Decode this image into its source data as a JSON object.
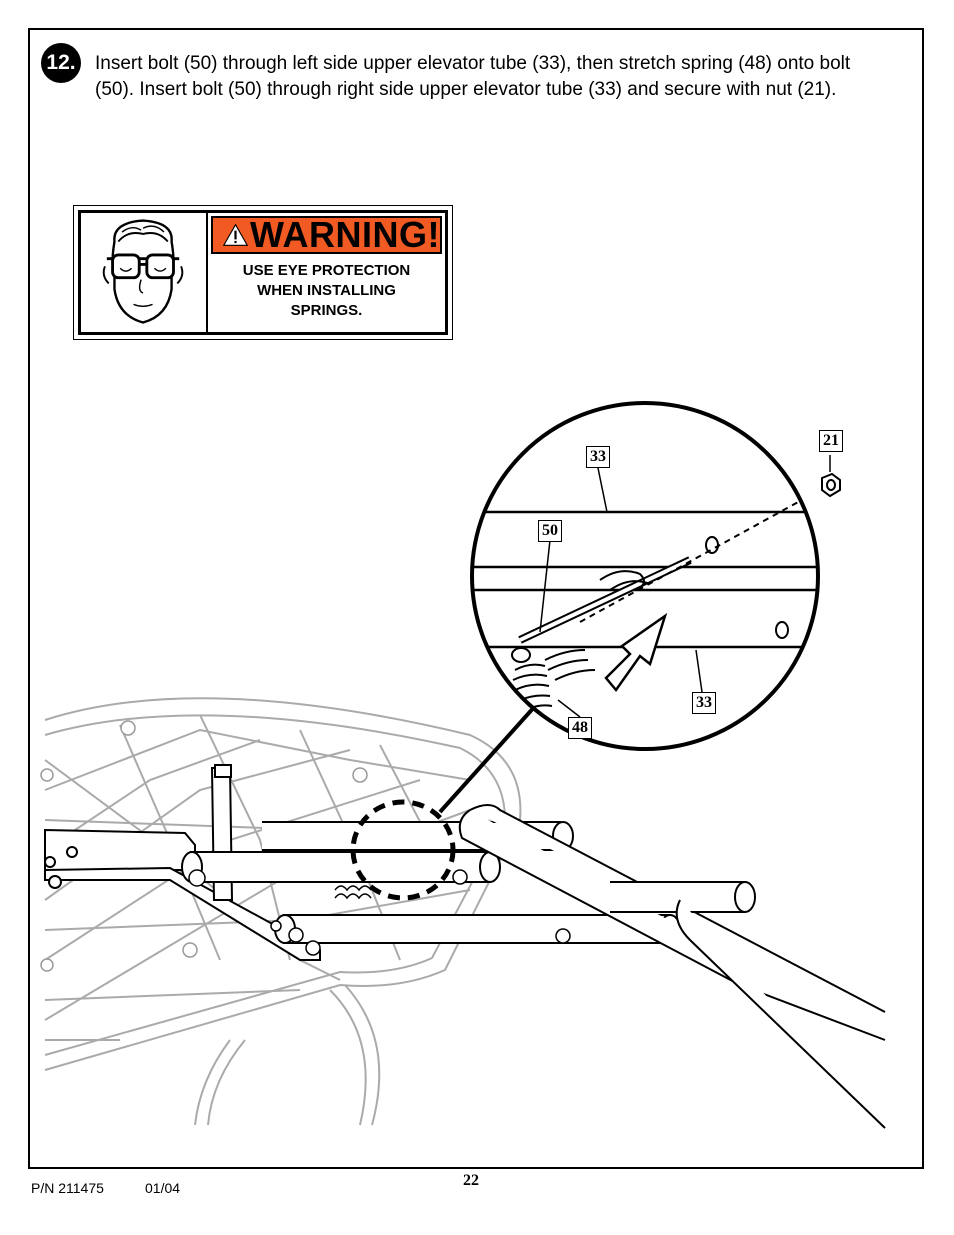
{
  "step": {
    "number": "12.",
    "instruction": "Insert bolt (50) through left side upper elevator tube (33), then stretch spring (48) onto bolt (50).  Insert bolt (50) through right side upper elevator tube (33) and secure with nut (21)."
  },
  "warning": {
    "title": "WARNING!",
    "line1": "USE EYE PROTECTION",
    "line2": "WHEN INSTALLING",
    "line3": "SPRINGS.",
    "accent_color": "#f15a22"
  },
  "callouts": {
    "c21": "21",
    "c33_top": "33",
    "c50": "50",
    "c33_bottom": "33",
    "c48": "48"
  },
  "footer": {
    "page_number": "22",
    "part_number": "P/N 211475",
    "date": "01/04"
  }
}
